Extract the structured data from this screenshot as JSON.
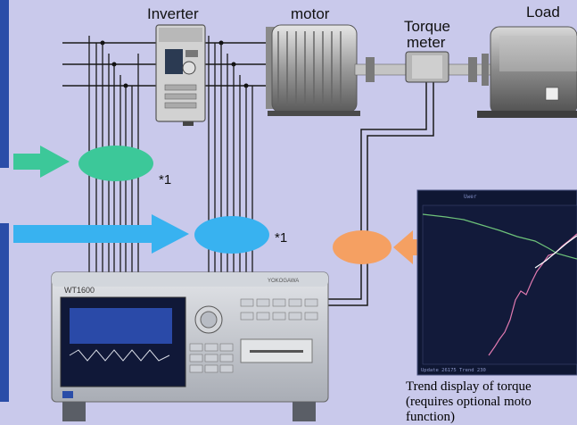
{
  "labels": {
    "inverter": "Inverter",
    "motor": "motor",
    "torque_meter_line1": "Torque",
    "torque_meter_line2": "meter",
    "load": "Load"
  },
  "footnote_marks": {
    "top": "*1",
    "middle": "*1"
  },
  "trend_screen": {
    "header": "Uwer",
    "status": "Update 26175 Trend 230",
    "caption_line1": "Trend display of torque",
    "caption_line2": "(requires optional moto",
    "caption_line3": "function)"
  },
  "instrument": {
    "model": "WT1600",
    "brand": "YOKOGAWA"
  },
  "colors": {
    "background": "#c9c9eb",
    "wiring": "#1a1a1a",
    "green_marker": "#3cc899",
    "blue_marker": "#38b2f0",
    "orange_marker": "#f5a062",
    "screen_bg": "#101838",
    "trend_green": "#6ec27a",
    "trend_pink": "#e07ab0"
  },
  "icons": {
    "left_arrow_top": "arrow-right-icon",
    "left_arrow_mid": "arrow-right-icon",
    "screen_arrow": "arrow-left-icon"
  }
}
